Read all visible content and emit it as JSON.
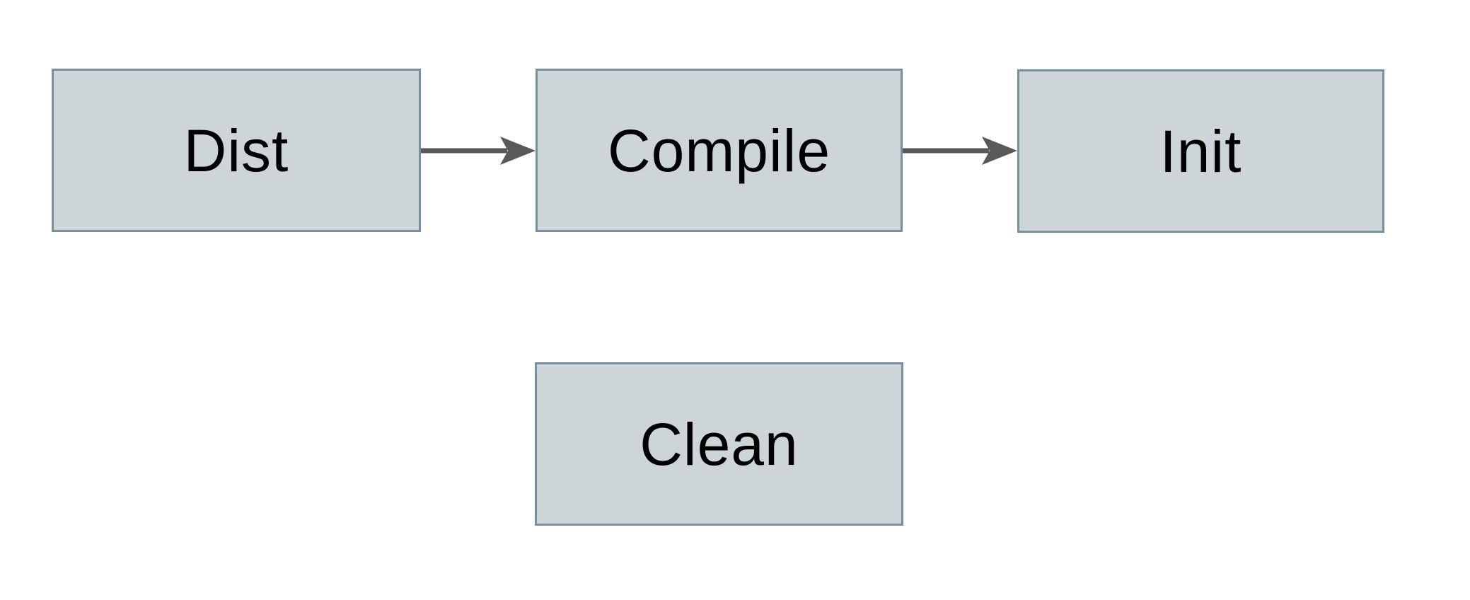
{
  "diagram": {
    "type": "flowchart",
    "background_color": "#ffffff",
    "node_fill_color": "#cdd5d9",
    "node_border_color": "#7a8f9c",
    "arrow_color": "#595959",
    "label_color": "#000000",
    "nodes": [
      {
        "id": "dist",
        "label": "Dist"
      },
      {
        "id": "compile",
        "label": "Compile"
      },
      {
        "id": "init",
        "label": "Init"
      },
      {
        "id": "clean",
        "label": "Clean"
      }
    ],
    "edges": [
      {
        "from": "Dist",
        "to": "Compile"
      },
      {
        "from": "Compile",
        "to": "Init"
      }
    ]
  }
}
